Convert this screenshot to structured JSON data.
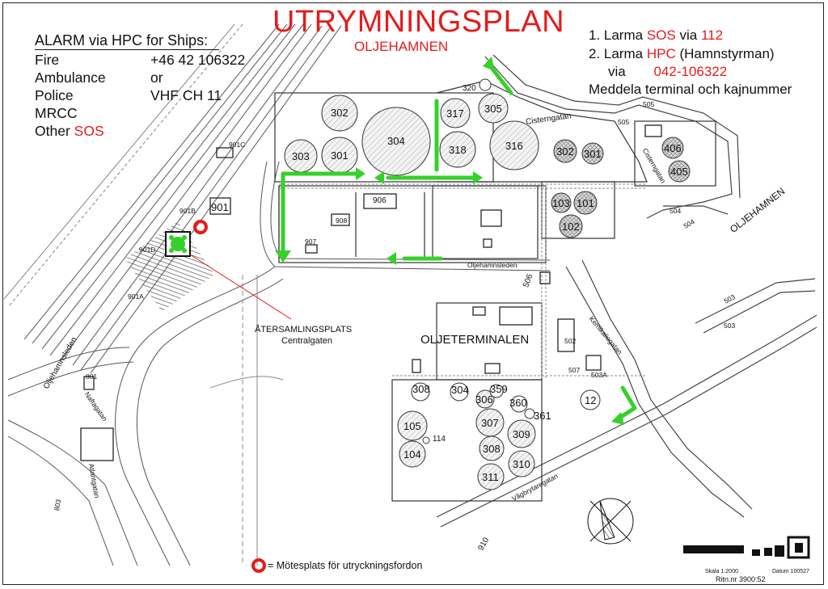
{
  "title": "UTRYMNINGSPLAN",
  "subtitle": "OLJEHAMNEN",
  "alarm": {
    "heading": "ALARM via HPC for Ships:",
    "services": [
      {
        "label": "Fire",
        "value": "+46 42 106322"
      },
      {
        "label": "Ambulance",
        "value": "or"
      },
      {
        "label": "Police",
        "value": "VHF CH 11"
      },
      {
        "label": "MRCC",
        "value": ""
      }
    ],
    "other_prefix": "Other",
    "other_sos": "SOS"
  },
  "instructions": {
    "line1_prefix": "1. Larma",
    "line1_sos": "SOS",
    "line1_via": "via",
    "line1_number": "112",
    "line2_prefix": "2. Larma",
    "line2_hpc": "HPC",
    "line2_suffix": "(Hamnstyrman)",
    "line3_via": "via",
    "line3_number": "042-106322",
    "line4": "Meddela terminal och kajnummer"
  },
  "assembly_point": {
    "line1": "ÅTERSAMLINGSPLATS",
    "line2": "Centralgaten"
  },
  "legend": {
    "text": "= Mötesplats för utryckningsfordon"
  },
  "area_labels": {
    "oljeterminalen": "OLJETERMINALEN",
    "oljehamnen": "OLJEHAMNEN"
  },
  "street_labels": {
    "cisterngatan": "Cisterngatan",
    "cisterngatan2": "Cisterngatan",
    "oljehamnsleden": "Oljehamnsleden",
    "oljehamnsleden_left": "Oljehamnsleden",
    "naftagatan": "Naftagatan",
    "atlantgatan": "Atlantgatan",
    "kemikaliegatan": "Kemikaliegatan",
    "vagbrytaregatan": "Vågbrytaregatan"
  },
  "building_labels": {
    "b901c": "901C",
    "b901b": "901B",
    "b901": "901",
    "b901d": "901D",
    "b901a": "901A",
    "b801": "801",
    "b803": "803",
    "b906": "906",
    "b908": "908",
    "b907": "907",
    "b505": "505",
    "b505b": "505",
    "b504": "504",
    "b504b": "504",
    "b506": "506",
    "b503": "503",
    "b503b": "503",
    "b502": "502",
    "b507": "507",
    "b503a": "503A",
    "b114": "114",
    "b910": "910"
  },
  "tanks": [
    {
      "id": "302"
    },
    {
      "id": "304"
    },
    {
      "id": "303"
    },
    {
      "id": "301"
    },
    {
      "id": "320"
    },
    {
      "id": "317"
    },
    {
      "id": "305"
    },
    {
      "id": "318"
    },
    {
      "id": "316"
    },
    {
      "id": "302"
    },
    {
      "id": "301"
    },
    {
      "id": "406"
    },
    {
      "id": "405"
    },
    {
      "id": "103"
    },
    {
      "id": "101"
    },
    {
      "id": "102"
    },
    {
      "id": "12"
    },
    {
      "id": "308"
    },
    {
      "id": "304"
    },
    {
      "id": "306"
    },
    {
      "id": "359"
    },
    {
      "id": "360"
    },
    {
      "id": "361"
    },
    {
      "id": "105"
    },
    {
      "id": "307"
    },
    {
      "id": "309"
    },
    {
      "id": "104"
    },
    {
      "id": "308"
    },
    {
      "id": "310"
    },
    {
      "id": "311"
    }
  ],
  "footer": {
    "scale": "Skala 1:2000",
    "date": "Datum 100527",
    "drawing_no": "Ritn.nr 3900:52"
  },
  "colors": {
    "accent_red": "#e31c1c",
    "escape_green": "#35d12a",
    "line": "#222222"
  }
}
